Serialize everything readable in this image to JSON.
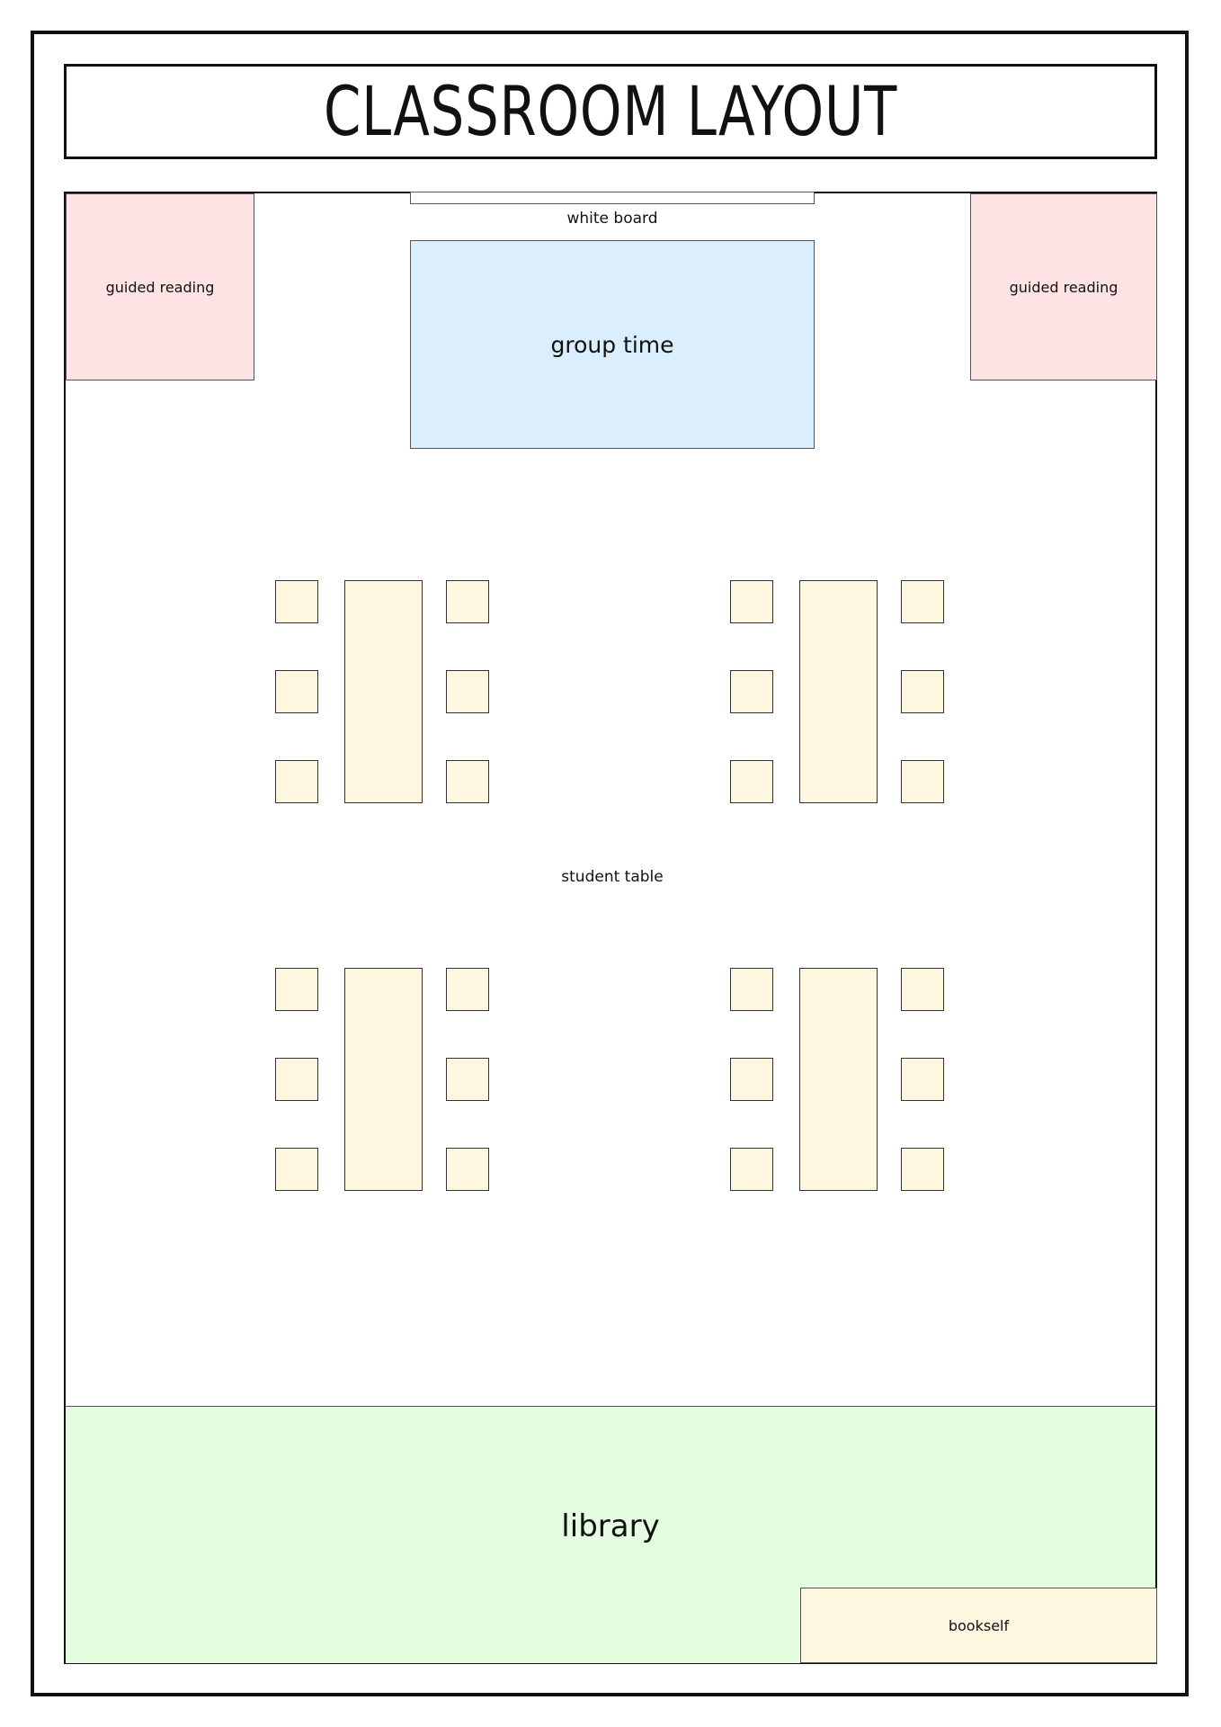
{
  "title": "CLASSROOM LAYOUT",
  "zones": {
    "guided_left": "guided reading",
    "guided_right": "guided reading",
    "white_board": "white board",
    "group_time": "group time",
    "student_table": "student table",
    "library": "library",
    "bookshelf": "bookself"
  },
  "colors": {
    "guided_reading": "#fde3e3",
    "group_time": "#dbeefd",
    "student_tables": "#fef7e0",
    "library": "#e4fde0",
    "bookshelf": "#fef7e0",
    "border": "#111111"
  },
  "table_groups": [
    {
      "seats_per_side": 3
    },
    {
      "seats_per_side": 3
    },
    {
      "seats_per_side": 3
    },
    {
      "seats_per_side": 3
    }
  ]
}
